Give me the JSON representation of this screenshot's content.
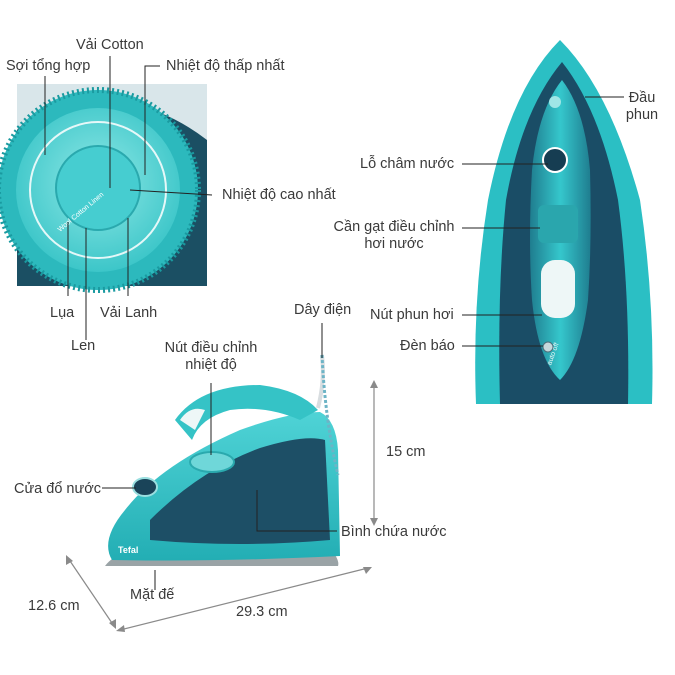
{
  "dial_labels": {
    "synthetic": "Sợi tổng hợp",
    "cotton": "Vải Cotton",
    "min_temp": "Nhiệt độ thấp nhất",
    "max_temp": "Nhiệt độ cao nhất",
    "silk": "Lụa",
    "wool": "Len",
    "linen": "Vải Lanh"
  },
  "top_labels": {
    "nozzle_line1": "Đầu",
    "nozzle_line2": "phun",
    "fill_hole": "Lỗ châm nước",
    "steam_lever_line1": "Cần gạt điều chỉnh",
    "steam_lever_line2": "hơi nước",
    "steam_button": "Nút phun hơi",
    "indicator": "Đèn báo"
  },
  "side_labels": {
    "power_cord": "Dây điện",
    "temp_knob_line1": "Nút điều chỉnh",
    "temp_knob_line2": "nhiệt độ",
    "fill_door": "Cửa đổ nước",
    "water_tank": "Bình chứa nước",
    "soleplate": "Mặt đế"
  },
  "dimensions": {
    "height": "15 cm",
    "depth": "12.6 cm",
    "length": "29.3 cm"
  },
  "product_marks": {
    "brand": "Tefal",
    "auto_off": "auto off"
  },
  "colors": {
    "turquoise": "#2ec4c8",
    "turquoise_light": "#7fe0e0",
    "navy": "#1d4f66",
    "navy_dark": "#123a4d",
    "leader": "#222222",
    "dim_line": "#8a8a8a"
  }
}
